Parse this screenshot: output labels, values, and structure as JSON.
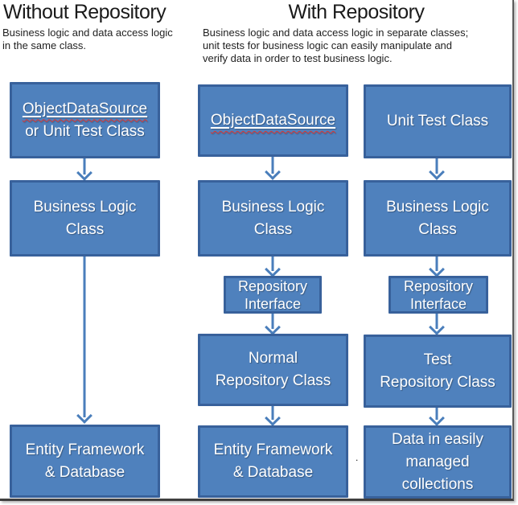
{
  "colors": {
    "box_fill": "#4f81bd",
    "box_border": "#38619b",
    "arrow": "#4a7ebb",
    "heading_text": "#1a1a1a",
    "body_text": "#1f1f1f",
    "spellcheck_squiggle": "#e0342f",
    "frame_right": "#5a5a5a",
    "frame_bottom": "#3f3f3f"
  },
  "sections": {
    "without": {
      "title": "Without Repository",
      "description_lines": [
        "Business logic and data access logic",
        "in the same class."
      ]
    },
    "with": {
      "title": "With Repository",
      "description_lines": [
        "Business logic and data access logic in separate classes;",
        "unit tests for business logic can easily manipulate and",
        "verify data in order to test business logic."
      ]
    }
  },
  "diagram": {
    "without_column": {
      "boxes": [
        {
          "lines": [
            "ObjectDataSource",
            "or Unit Test Class"
          ],
          "misspelled_word": "ObjectDataSource"
        },
        {
          "lines": [
            "Business Logic",
            "Class"
          ]
        },
        {
          "lines": [
            "Entity Framework",
            "& Database"
          ]
        }
      ]
    },
    "normal_column": {
      "boxes": [
        {
          "lines": [
            "ObjectDataSource"
          ],
          "misspelled_word": "ObjectDataSource"
        },
        {
          "lines": [
            "Business Logic",
            "Class"
          ]
        },
        {
          "lines": [
            "Repository",
            "Interface"
          ]
        },
        {
          "lines": [
            "Normal",
            "Repository Class"
          ]
        },
        {
          "lines": [
            "Entity Framework",
            "& Database"
          ]
        }
      ]
    },
    "test_column": {
      "boxes": [
        {
          "lines": [
            "Unit Test Class"
          ]
        },
        {
          "lines": [
            "Business Logic",
            "Class"
          ]
        },
        {
          "lines": [
            "Repository",
            "Interface"
          ]
        },
        {
          "lines": [
            "Test",
            "Repository Class"
          ]
        },
        {
          "lines": [
            "Data in easily",
            "managed",
            "collections"
          ]
        }
      ]
    }
  },
  "artifacts": {
    "stray_dot": "."
  }
}
